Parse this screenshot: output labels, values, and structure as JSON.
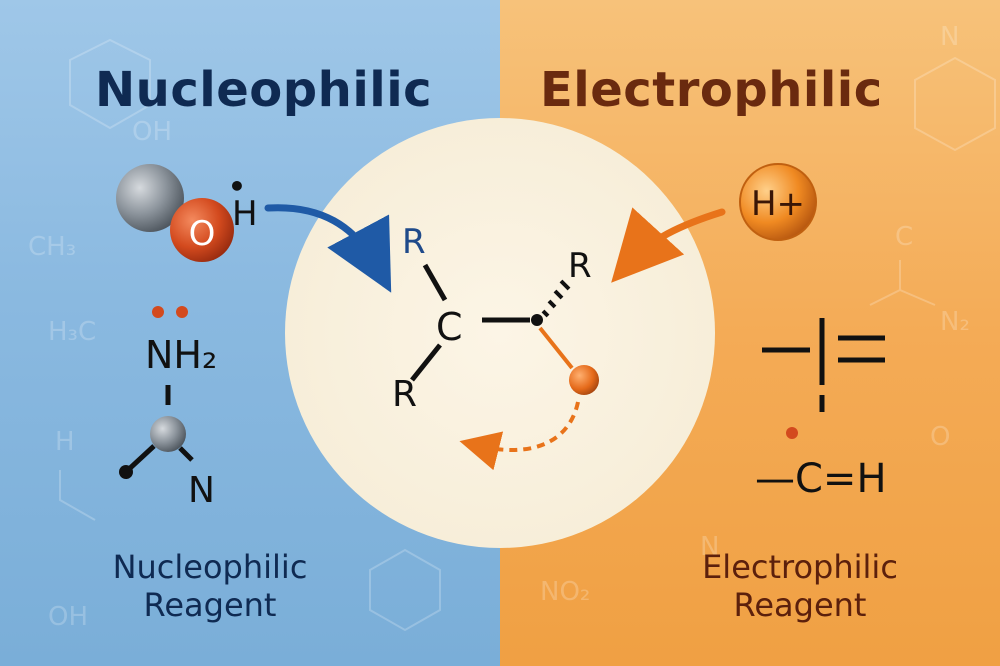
{
  "titles": {
    "left": "Nucleophilic",
    "right": "Electrophilic"
  },
  "captions": {
    "left": [
      "Nucleophilic",
      "Reagent"
    ],
    "right": [
      "Electrophilic",
      "Reagent"
    ]
  },
  "left_molecules": {
    "hydroxide": {
      "o": "O",
      "h": "H",
      "dot": "•"
    },
    "amine": {
      "nh2": "NH₂",
      "n": "N"
    }
  },
  "center_molecule": {
    "r1": "R",
    "r2": "R",
    "r3": "R",
    "c": "C"
  },
  "right_molecules": {
    "proton": "H+",
    "fragment": "—C=H"
  },
  "background_labels": [
    "OH",
    "CH₃",
    "H₃C",
    "H",
    "N",
    "N₂",
    "NO₂",
    "O",
    "C",
    "N",
    "OH"
  ],
  "colors": {
    "nucleophile_blue": "#1f5aa6",
    "electrophile_orange": "#e8731a",
    "navy": "#0f2a52",
    "brown": "#6a2a0f"
  }
}
